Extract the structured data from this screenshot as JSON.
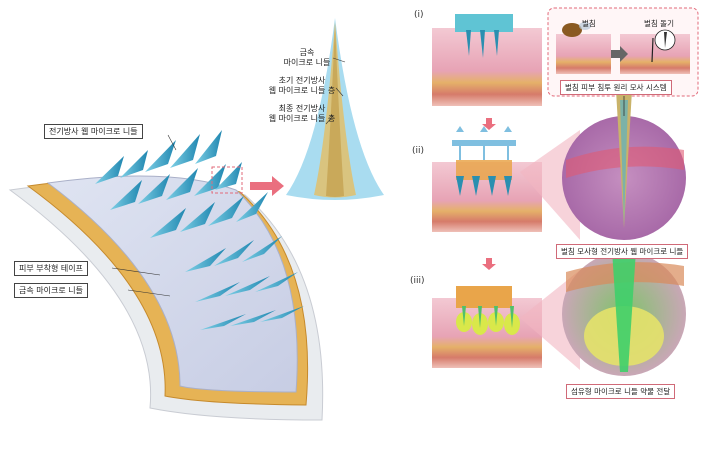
{
  "left_panel": {
    "label_electrospun_needles": "전기방사 웹 마이크로 니들",
    "label_skin_tape": "피부 부착형 테이프",
    "label_metal_needles": "금속 마이크로 니들"
  },
  "needle_zoom": {
    "label_metal": "금속\n마이크로 니들",
    "label_initial": "초기 전기방사\n웹 마이크로 니들 층",
    "label_final": "최종 전기방사\n웹 마이크로 니들 층"
  },
  "right_panel": {
    "stages": [
      "(i)",
      "(ii)",
      "(iii)"
    ],
    "bee_label": "벌침",
    "barb_label": "벌침 돌기",
    "caption_i": "벌침 피부 침투 원리 모사 시스템",
    "caption_ii": "벌침 모사형 전기방사 웹 마이크로 니들",
    "caption_iii": "섬유형 마이크로 니들 약물 전달"
  },
  "colors": {
    "needle_blue": "#3aa6c8",
    "skin_pink": "#e8a9b8",
    "fat_orange": "#d9a25a",
    "drug_green": "#8fd63a",
    "accent_red": "#e26a7a"
  }
}
